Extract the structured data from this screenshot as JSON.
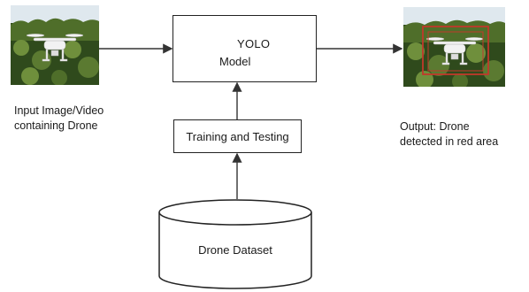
{
  "diagram": {
    "input_caption": [
      "Input Image/Video",
      "containing Drone"
    ],
    "model_title": "YOLO",
    "model_subtitle": "Model",
    "training_label": "Training and Testing",
    "dataset_label": "Drone Dataset",
    "output_caption": [
      "Output: Drone",
      "detected in red area"
    ]
  },
  "colors": {
    "detection_box": "#c0392b",
    "foliage_dark": "#2f4a1c",
    "foliage_light": "#6f8f3c",
    "sky": "#dfe8ee"
  },
  "icons": {
    "input_image": "drone-photo-icon",
    "output_image": "drone-detected-photo-icon"
  }
}
